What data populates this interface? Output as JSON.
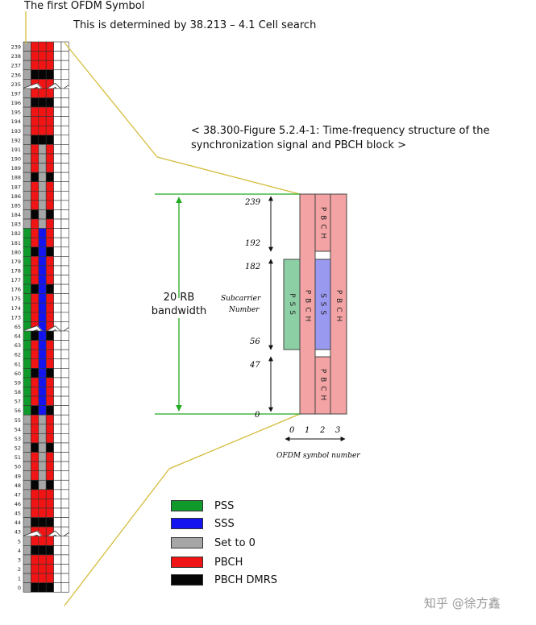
{
  "header": {
    "title": "The first OFDM Symbol",
    "subtitle": "This is determined by 38.213 – 4.1 Cell search"
  },
  "figure_caption": {
    "line1": "< 38.300-Figure 5.2.4-1: Time-frequency structure of the",
    "line2": "synchronization signal and PBCH block >"
  },
  "grid": {
    "row_labels": [
      "239",
      "238",
      "237",
      "236",
      "235",
      "197",
      "196",
      "195",
      "194",
      "193",
      "192",
      "191",
      "190",
      "189",
      "188",
      "187",
      "186",
      "185",
      "184",
      "183",
      "182",
      "181",
      "180",
      "179",
      "178",
      "177",
      "176",
      "175",
      "174",
      "173",
      "65",
      "64",
      "63",
      "62",
      "61",
      "60",
      "59",
      "58",
      "57",
      "56",
      "55",
      "54",
      "53",
      "52",
      "51",
      "50",
      "49",
      "48",
      "47",
      "46",
      "45",
      "44",
      "43",
      "5",
      "4",
      "3",
      "2",
      "1",
      "0"
    ],
    "break_after_labels": [
      "235",
      "65",
      "43"
    ]
  },
  "diagram": {
    "bandwidth_line1": "20 RB",
    "bandwidth_line2": "bandwidth",
    "subcarrier_label_line1": "Subcarrier",
    "subcarrier_label_line2": "Number",
    "subcarrier_ticks": [
      "239",
      "192",
      "182",
      "56",
      "47",
      "0"
    ],
    "symbol_ticks": [
      "0",
      "1",
      "2",
      "3"
    ],
    "symbol_axis_label": "OFDM symbol number",
    "pss_label": "P S S",
    "sss_label": "S S S",
    "pbch_upper": "P B C H",
    "pbch_lower": "P B C H",
    "pbch_sym1": "P B C H",
    "pbch_sym3": "P B C H"
  },
  "legend": [
    {
      "label": "PSS",
      "color": "#109a2c"
    },
    {
      "label": "SSS",
      "color": "#1414f0"
    },
    {
      "label": "Set to 0",
      "color": "#a6a6a6"
    },
    {
      "label": "PBCH",
      "color": "#f01414"
    },
    {
      "label": "PBCH DMRS",
      "color": "#050505"
    }
  ],
  "colors": {
    "pss_light": "#8ccfa4",
    "pbch_light": "#f3a3a3",
    "sss_light": "#9999f0",
    "guide_line": "#d4bc3c",
    "arrow_green": "#22aa22"
  },
  "watermark": "知乎 @徐方鑫"
}
